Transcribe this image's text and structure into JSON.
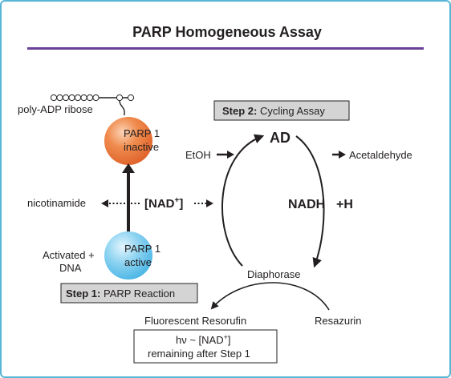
{
  "title": "PARP Homogeneous Assay",
  "labels": {
    "poly_adp": "poly-ADP ribose",
    "parp_inactive_1": "PARP 1",
    "parp_inactive_2": "inactive",
    "parp_active_1": "PARP 1",
    "parp_active_2": "active",
    "activated_1": "Activated +",
    "activated_2": "DNA",
    "nicotinamide": "nicotinamide",
    "nad_bracket": "[NAD",
    "nad_sup": "+",
    "nad_close": "]",
    "step1_bold": "Step 1:",
    "step1_rest": " PARP Reaction",
    "step2_bold": "Step 2:",
    "step2_rest": " Cycling Assay",
    "ad": "AD",
    "etoh": "EtOH",
    "acetaldehyde": "Acetaldehyde",
    "nadh": "NADH",
    "plus_h": "+H",
    "diaphorase": "Diaphorase",
    "fluorescent": "Fluorescent Resorufin",
    "resazurin": "Resazurin",
    "result_line1_a": "hν ~ [NAD",
    "result_line1_sup": "+",
    "result_line1_b": "]",
    "result_line2": "remaining after Step 1"
  },
  "colors": {
    "border": "#56b6d6",
    "title_rule": "#6a3f96",
    "parp_inactive": "#ee7a3a",
    "parp_active": "#6ec6ea",
    "step_box": "#d4d4d4"
  }
}
